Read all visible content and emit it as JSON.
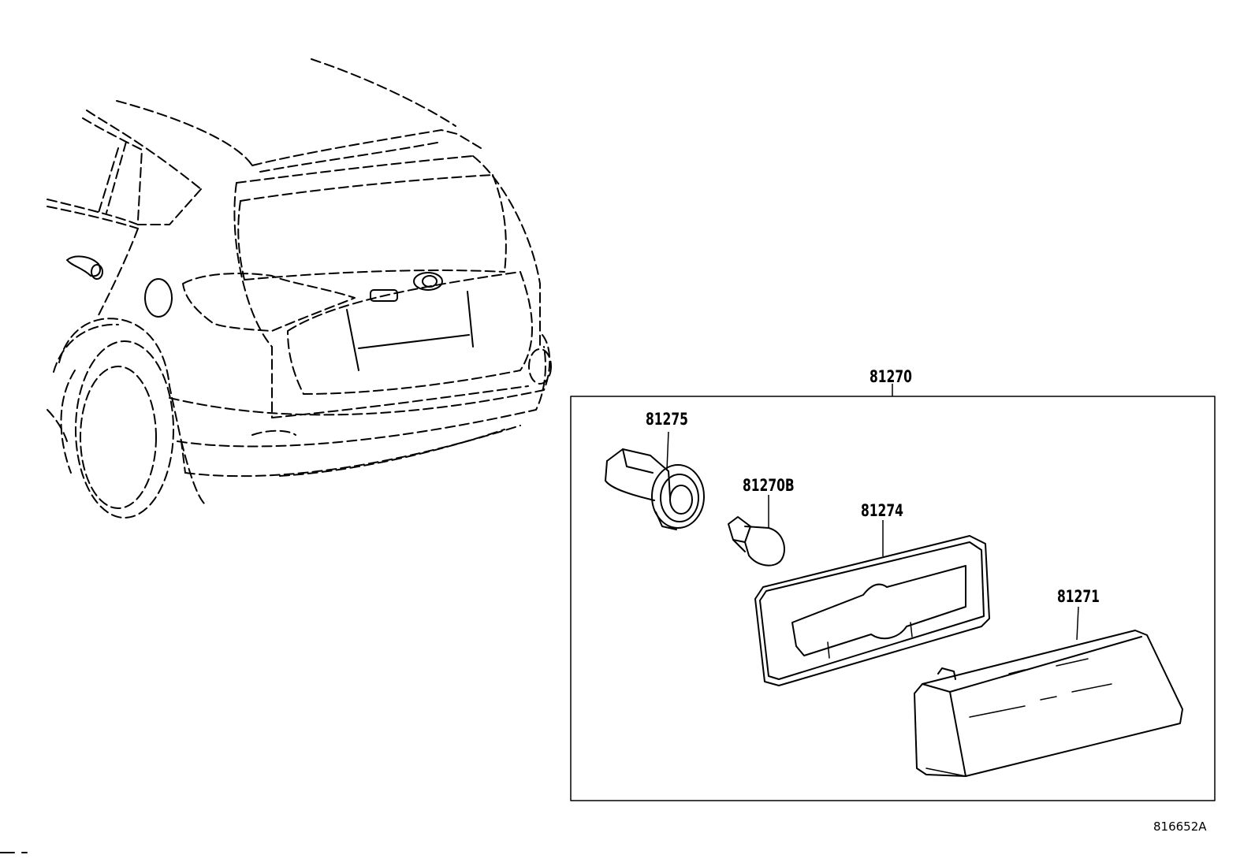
{
  "diagram": {
    "assembly": {
      "part_number": "81270"
    },
    "parts": [
      {
        "key": "socket",
        "part_number": "81275"
      },
      {
        "key": "bulb",
        "part_number": "81270B"
      },
      {
        "key": "gasket",
        "part_number": "81274"
      },
      {
        "key": "lens",
        "part_number": "81271"
      }
    ],
    "illustration_code": "816652A"
  }
}
